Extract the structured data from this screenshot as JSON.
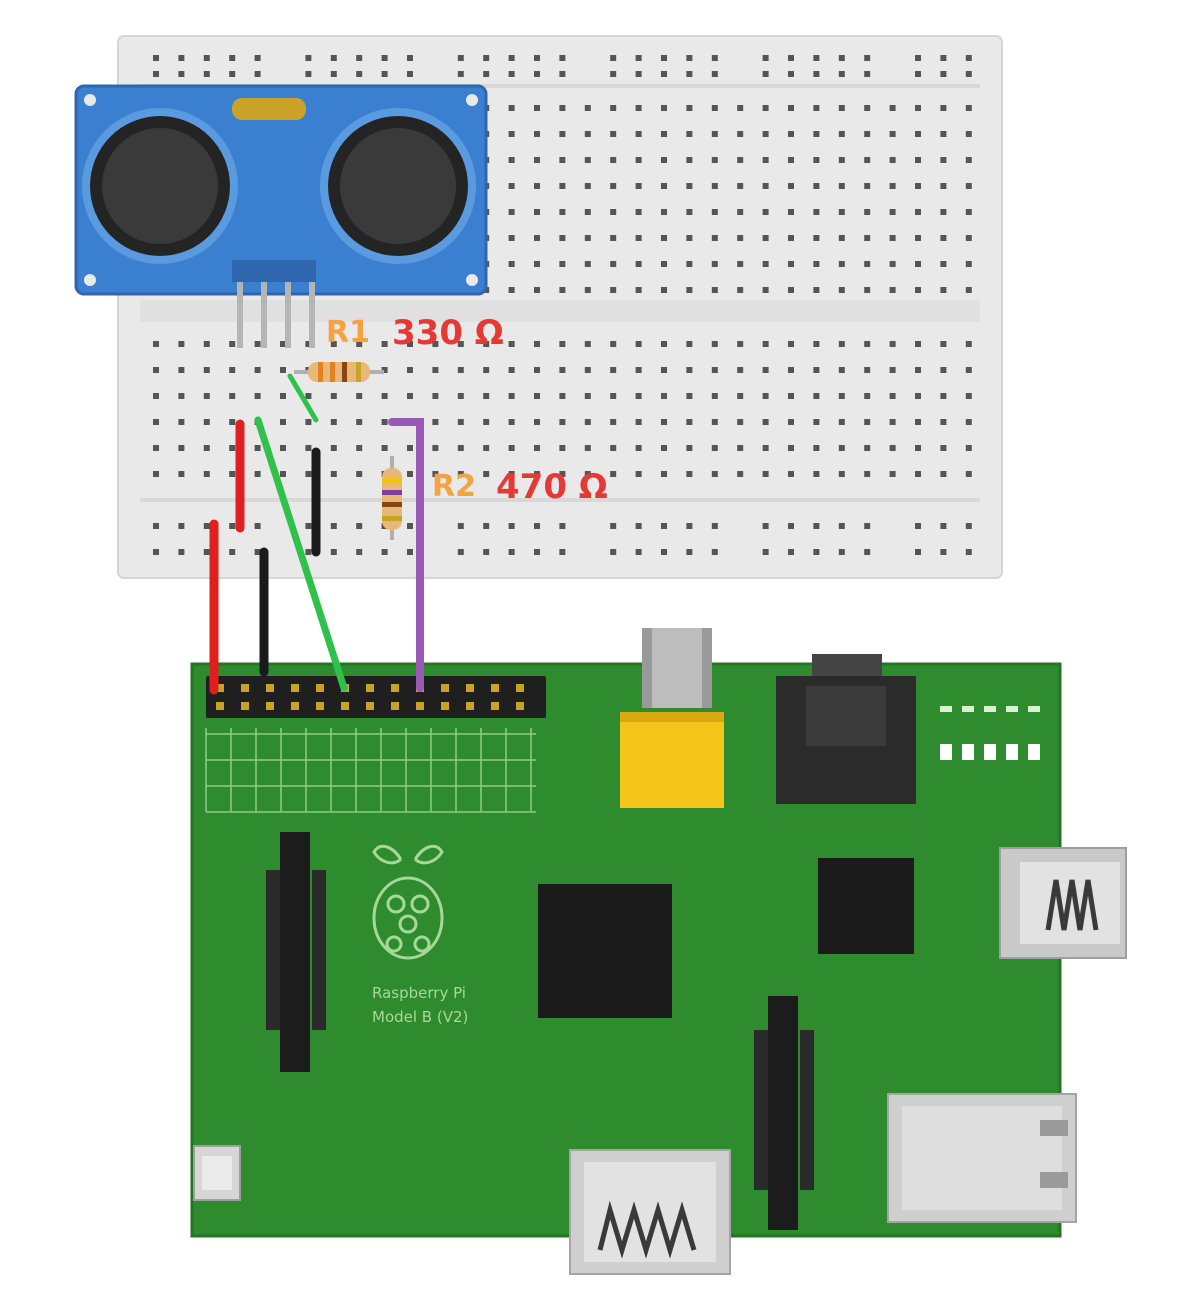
{
  "resistors": {
    "r1": {
      "ref": "R1",
      "value": "330 Ω"
    },
    "r2": {
      "ref": "R2",
      "value": "470 Ω"
    }
  },
  "board": {
    "name_line1": "Raspberry Pi",
    "name_line2": "Model B (V2)"
  },
  "colors": {
    "breadboard": "#e9e9e9",
    "breadboard_hole": "#555555",
    "sensor_pcb": "#3a7fd0",
    "pi_pcb": "#2e8b2e",
    "wire_red": "#e01f1f",
    "wire_black": "#1a1a1a",
    "wire_green": "#2ec24a",
    "wire_purple": "#9b59b6",
    "label_red": "#e53935",
    "label_orange": "#f4a340"
  },
  "icons": [
    "ultrasonic-sensor-icon",
    "raspberry-logo-icon",
    "usb-port-icon",
    "hdmi-port-icon"
  ]
}
